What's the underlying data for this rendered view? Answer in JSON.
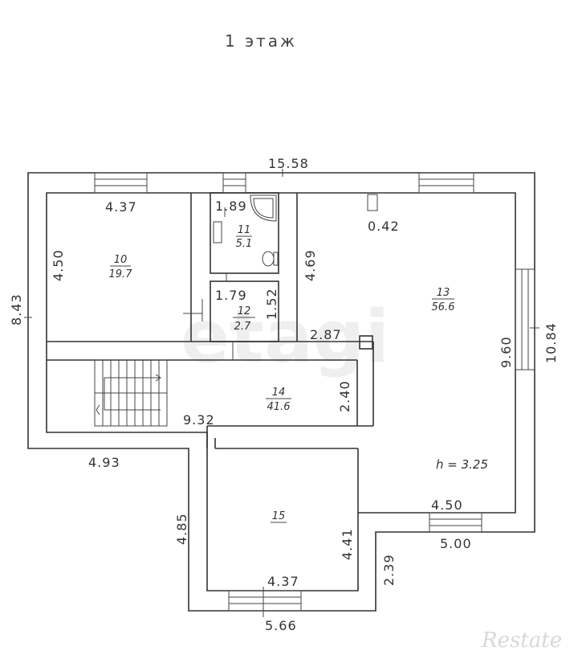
{
  "title": "1 этаж",
  "dimensions": {
    "overall_width": "15.58",
    "overall_height_left": "8.43",
    "right_height_outer": "10.84",
    "right_height_inner": "9.60",
    "r10_width": "4.37",
    "r10_height": "4.50",
    "r11_width": "1.89",
    "r12_width": "1.79",
    "r12_height": "1.52",
    "r13_top_notch": "0.42",
    "r13_left": "4.69",
    "r13_step": "2.87",
    "r14_width": "9.32",
    "r14_height": "2.40",
    "bottom_left": "4.93",
    "r15_left_outer": "4.85",
    "r15_height_inner": "4.41",
    "r15_width_inner": "4.37",
    "r15_width_outer": "5.66",
    "r13_bottom_inner": "4.50",
    "r13_bottom_outer": "5.00",
    "notch_height": "2.39"
  },
  "rooms": [
    {
      "number": "10",
      "area": "19.7"
    },
    {
      "number": "11",
      "area": "5.1"
    },
    {
      "number": "12",
      "area": "2.7"
    },
    {
      "number": "13",
      "area": "56.6"
    },
    {
      "number": "14",
      "area": "41.6"
    },
    {
      "number": "15",
      "area": ""
    }
  ],
  "ceiling_height": "h = 3.25",
  "watermark": "etagi",
  "brand": "Restate"
}
